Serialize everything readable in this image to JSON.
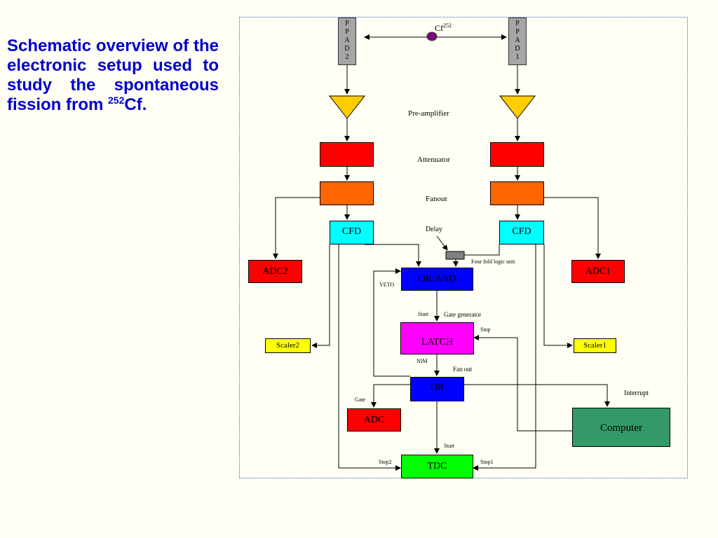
{
  "title": {
    "text": "Schematic overview of the electronic setup used to study the spontaneous fission from ",
    "isotope_mass": "252",
    "isotope_symbol": "Cf."
  },
  "source": {
    "symbol": "Cf",
    "mass": "252"
  },
  "detectors": {
    "left": {
      "letters": [
        "P",
        "P",
        "A",
        "D",
        "2"
      ]
    },
    "right": {
      "letters": [
        "P",
        "P",
        "A",
        "D",
        "1"
      ]
    }
  },
  "stage_labels": {
    "preamp": "Pre-amplifier",
    "attenuator": "Attenuator",
    "fanout": "Fanout",
    "delay": "Delay",
    "four_fold": "Four fold logic unit"
  },
  "modules": {
    "cfd_left": "CFD",
    "cfd_right": "CFD",
    "adc2": "ADC2",
    "adc1": "ADC1",
    "or_and": "OR/AND",
    "latch": "LATCH",
    "or": "OR",
    "adc": "ADC",
    "tdc": "TDC",
    "computer": "Computer",
    "scaler2": "Scaler2",
    "scaler1": "Scaler1"
  },
  "signal_labels": {
    "veto": "VETO",
    "start1": "Start",
    "gate_generator": "Gate generator",
    "stop": "Stop",
    "nim": "NIM",
    "fan_out": "Fan out",
    "gate": "Gate",
    "interrupt": "Interrupt",
    "start2": "Start",
    "stop2": "Stop2",
    "stop1": "Stop1"
  },
  "colors": {
    "title": "#0000CC",
    "preamp": "#FFCC00",
    "attenuator": "#FF0000",
    "fanout": "#FF6600",
    "cfd": "#00FFFF",
    "or_and": "#0000FF",
    "latch": "#FF00FF",
    "adc": "#FF0000",
    "tdc": "#00FF00",
    "computer": "#339966",
    "scaler": "#FFFF00"
  }
}
